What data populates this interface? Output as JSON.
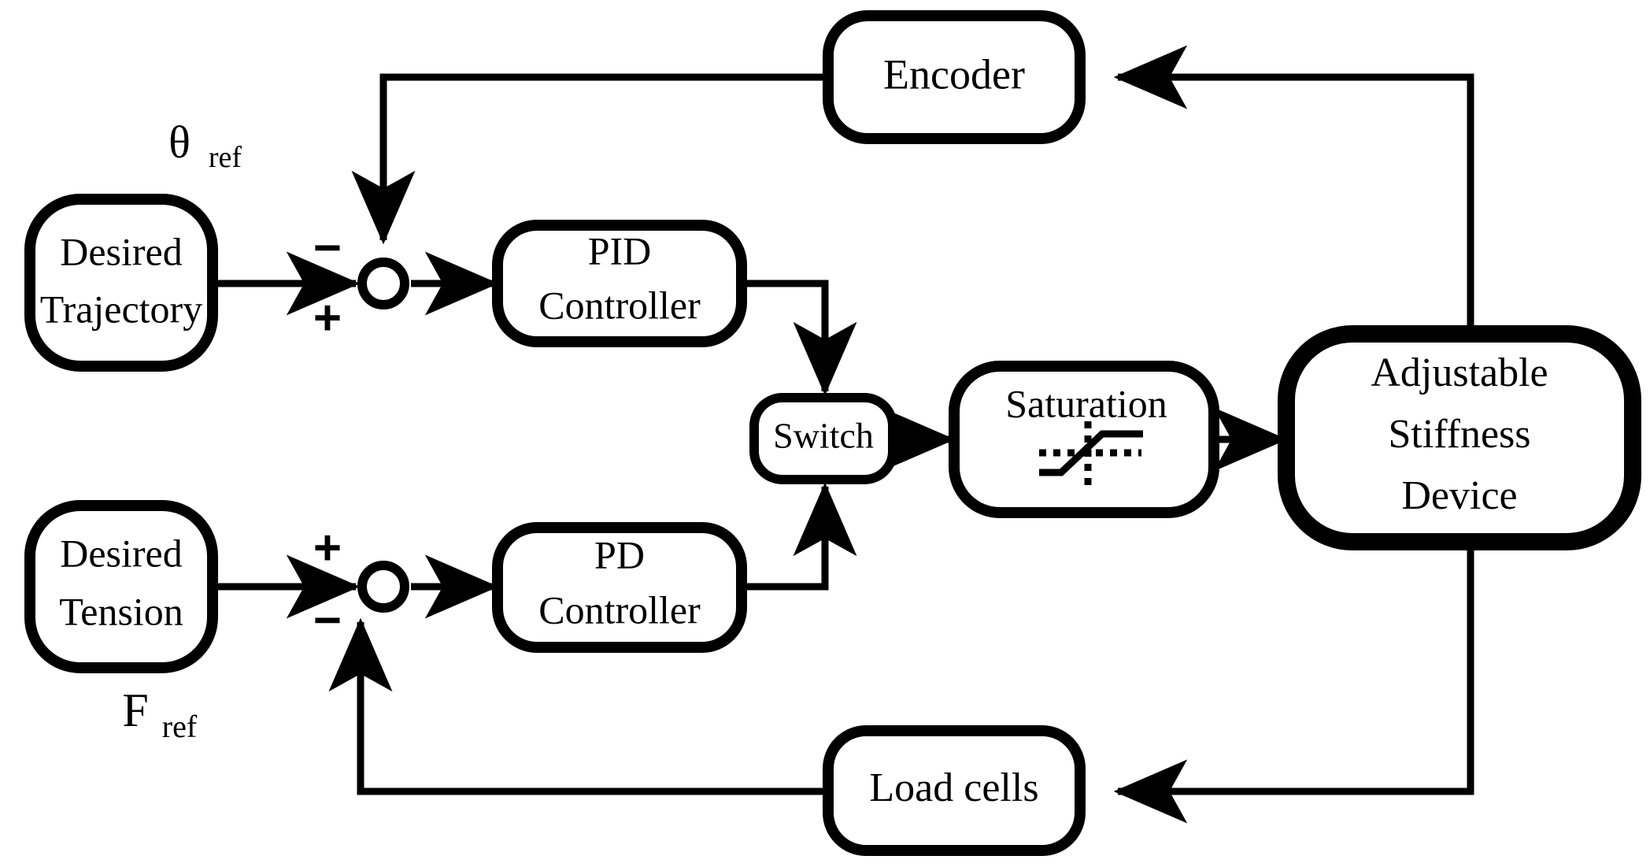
{
  "diagram": {
    "title": "Adjustable Stiffness Device control block diagram",
    "background_color": "#ffffff",
    "stroke_color": "#000000",
    "reference_labels": [
      {
        "name": "theta-ref",
        "base": "θ",
        "sub": "ref"
      },
      {
        "name": "f-ref",
        "base": "F",
        "sub": "ref"
      }
    ],
    "blocks": [
      {
        "id": "encoder",
        "label_lines": [
          "Encoder"
        ]
      },
      {
        "id": "desired-trajectory",
        "label_lines": [
          "Desired",
          "Trajectory"
        ]
      },
      {
        "id": "pid-controller",
        "label_lines": [
          "PID",
          "Controller"
        ]
      },
      {
        "id": "switch",
        "label_lines": [
          "Switch"
        ]
      },
      {
        "id": "saturation",
        "label_lines": [
          "Saturation"
        ]
      },
      {
        "id": "adjustable-stiffness-device",
        "label_lines": [
          "Adjustable",
          "Stiffness",
          "Device"
        ]
      },
      {
        "id": "desired-tension",
        "label_lines": [
          "Desired",
          "Tension"
        ]
      },
      {
        "id": "pd-controller",
        "label_lines": [
          "PD",
          "Controller"
        ]
      },
      {
        "id": "load-cells",
        "label_lines": [
          "Load cells"
        ]
      }
    ],
    "summing_junctions": [
      {
        "id": "position-sum",
        "signs": {
          "top_left": "−",
          "bottom_left": "+"
        }
      },
      {
        "id": "tension-sum",
        "signs": {
          "top_left": "+",
          "bottom_left": "−"
        }
      }
    ],
    "icons": [
      {
        "id": "saturation-curve-icon",
        "description": "saturation transfer curve with dotted axes"
      }
    ]
  }
}
